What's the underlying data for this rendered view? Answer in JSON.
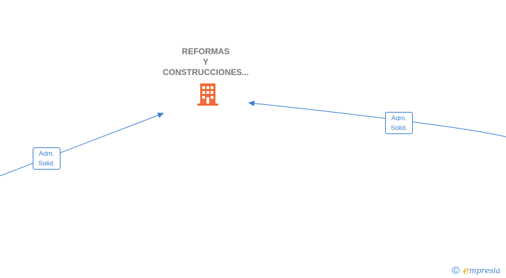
{
  "company": {
    "name_lines": [
      "REFORMAS",
      "Y",
      "CONSTRUCCIONES..."
    ],
    "icon": "building-icon"
  },
  "relations": [
    {
      "role_lines": [
        "Adm.",
        "Solid."
      ]
    },
    {
      "role_lines": [
        "Adm.",
        "Solid."
      ]
    }
  ],
  "footer": {
    "copyright_symbol": "©",
    "brand_initial": "e",
    "brand_rest": "mpresia"
  },
  "colors": {
    "edge": "#3a7fd0",
    "company_icon": "#f26b3a",
    "company_text": "#777777",
    "brand_accent": "#e8a317"
  }
}
